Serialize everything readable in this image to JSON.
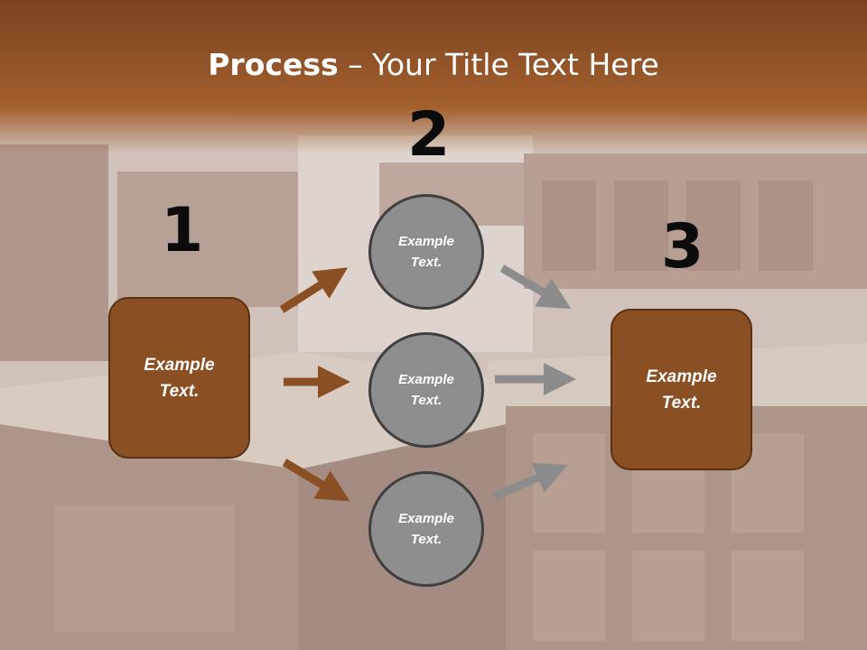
{
  "title": {
    "bold": "Process",
    "light": " – Your Title Text Here"
  },
  "steps": [
    {
      "number": "1",
      "text": "Example Text."
    },
    {
      "number": "2",
      "text": "Example Text."
    },
    {
      "number": "3",
      "text": "Example Text."
    }
  ],
  "circles": [
    {
      "text": "Example Text."
    },
    {
      "text": "Example Text."
    },
    {
      "text": "Example Text."
    }
  ],
  "colors": {
    "header": "#9a5527",
    "box_fill": "#8b4f24",
    "circle_fill": "#8e8e8e",
    "arrow_brown": "#8b4f24",
    "arrow_gray": "#8c8c8c"
  }
}
